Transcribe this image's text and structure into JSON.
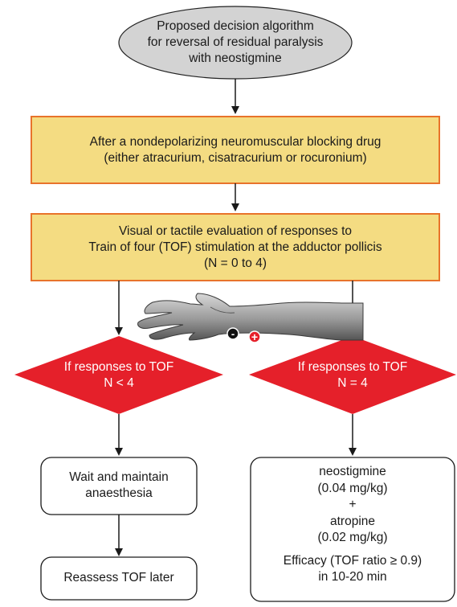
{
  "start": {
    "lines": [
      "Proposed decision algorithm",
      "for reversal of residual paralysis",
      "with neostigmine"
    ]
  },
  "step1": {
    "lines": [
      "After a nondepolarizing neuromuscular blocking drug",
      "(either atracurium, cisatracurium or rocuronium)"
    ]
  },
  "step2": {
    "lines": [
      "Visual or tactile evaluation of responses to",
      "Train of four (TOF) stimulation at the adductor pollicis",
      "(N  = 0 to 4)"
    ]
  },
  "decision_left": {
    "lines": [
      "If responses to TOF",
      "N < 4"
    ]
  },
  "decision_right": {
    "lines": [
      "If responses to TOF",
      "N = 4"
    ]
  },
  "box_wait": {
    "lines": [
      "Wait and maintain",
      "anaesthesia"
    ]
  },
  "box_reassess": {
    "lines": [
      "Reassess TOF later"
    ]
  },
  "box_treatment": {
    "lines": [
      "neostigmine",
      "(0.04 mg/kg)",
      "+",
      "atropine",
      "(0.02 mg/kg)",
      "",
      "Efficacy (TOF ratio ≥ 0.9)",
      "in 10-20 min"
    ]
  },
  "electrodes": {
    "negative": "-",
    "positive": "+"
  },
  "colors": {
    "process_fill": "#f4dc82",
    "process_border": "#e8732b",
    "decision_fill": "#e5202a",
    "start_fill": "#d3d3d3",
    "arrow": "#1a1a1a"
  }
}
